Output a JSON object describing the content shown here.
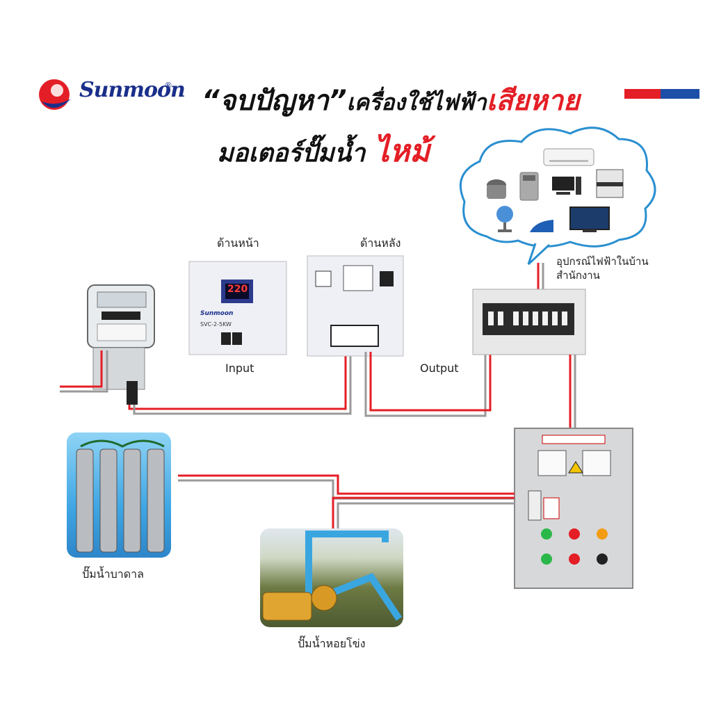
{
  "brand": {
    "name": "Sunmoon",
    "registered": "®"
  },
  "headline": {
    "line1_quoted": "“จบปัญหา”",
    "line1_mid": "เครื่องใช้ไฟฟ้า",
    "line1_red": "เสียหาย",
    "line2_black": "มอเตอร์ปั๊มน้ำ",
    "line2_red": "ไหม้"
  },
  "labels": {
    "front": "ด้านหน้า",
    "back": "ด้านหลัง",
    "input": "Input",
    "output": "Output",
    "appliances_line1": "อุปกรณ์ไฟฟ้าในบ้าน",
    "appliances_line2": "สำนักงาน",
    "submersible_pump": "ปั๊มน้ำบาดาล",
    "centrifugal_pump": "ปั๊มน้ำหอยโข่ง"
  },
  "device": {
    "display_value": "220",
    "model": "SVC-2-5KW",
    "front_brand": "Sunmoon"
  },
  "colors": {
    "accent_red": "#e41e26",
    "accent_blue": "#1d4ea8",
    "wire_red": "#e41e26",
    "wire_gray": "#9a9a9a"
  }
}
